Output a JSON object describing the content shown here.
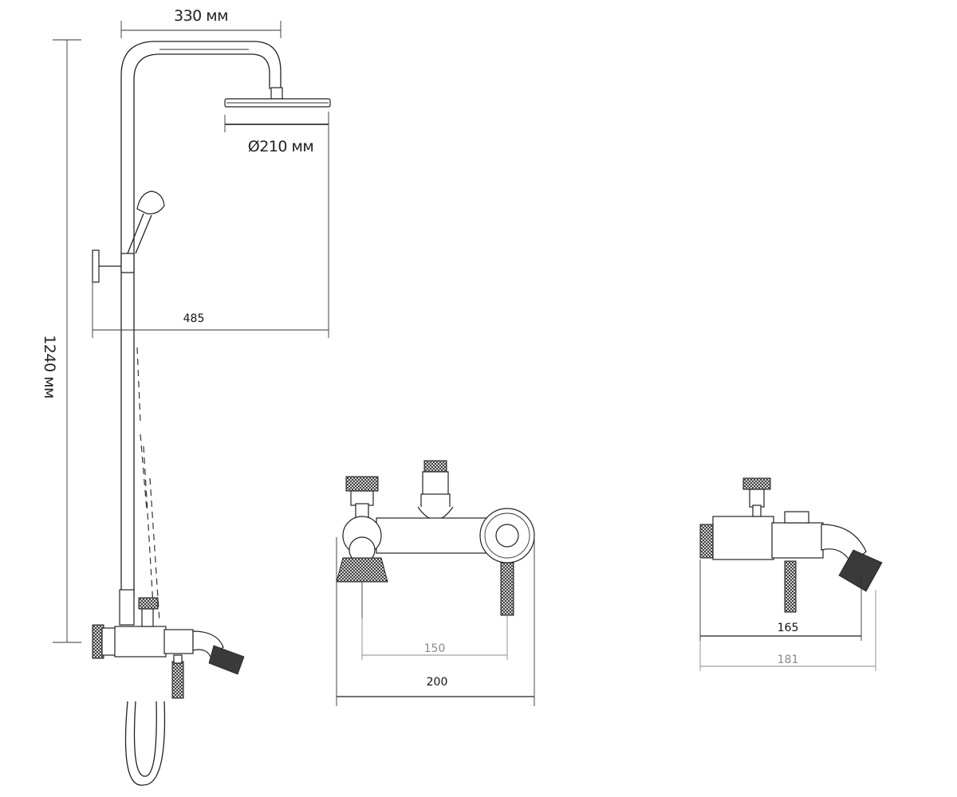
{
  "dimensions": {
    "top_width": "330 мм",
    "head_diameter": "Ø210 мм",
    "projection": "485",
    "total_height": "1240 мм",
    "front_center_distance": "150",
    "front_width": "200",
    "side_depth_inner": "165",
    "side_depth_outer": "181"
  }
}
